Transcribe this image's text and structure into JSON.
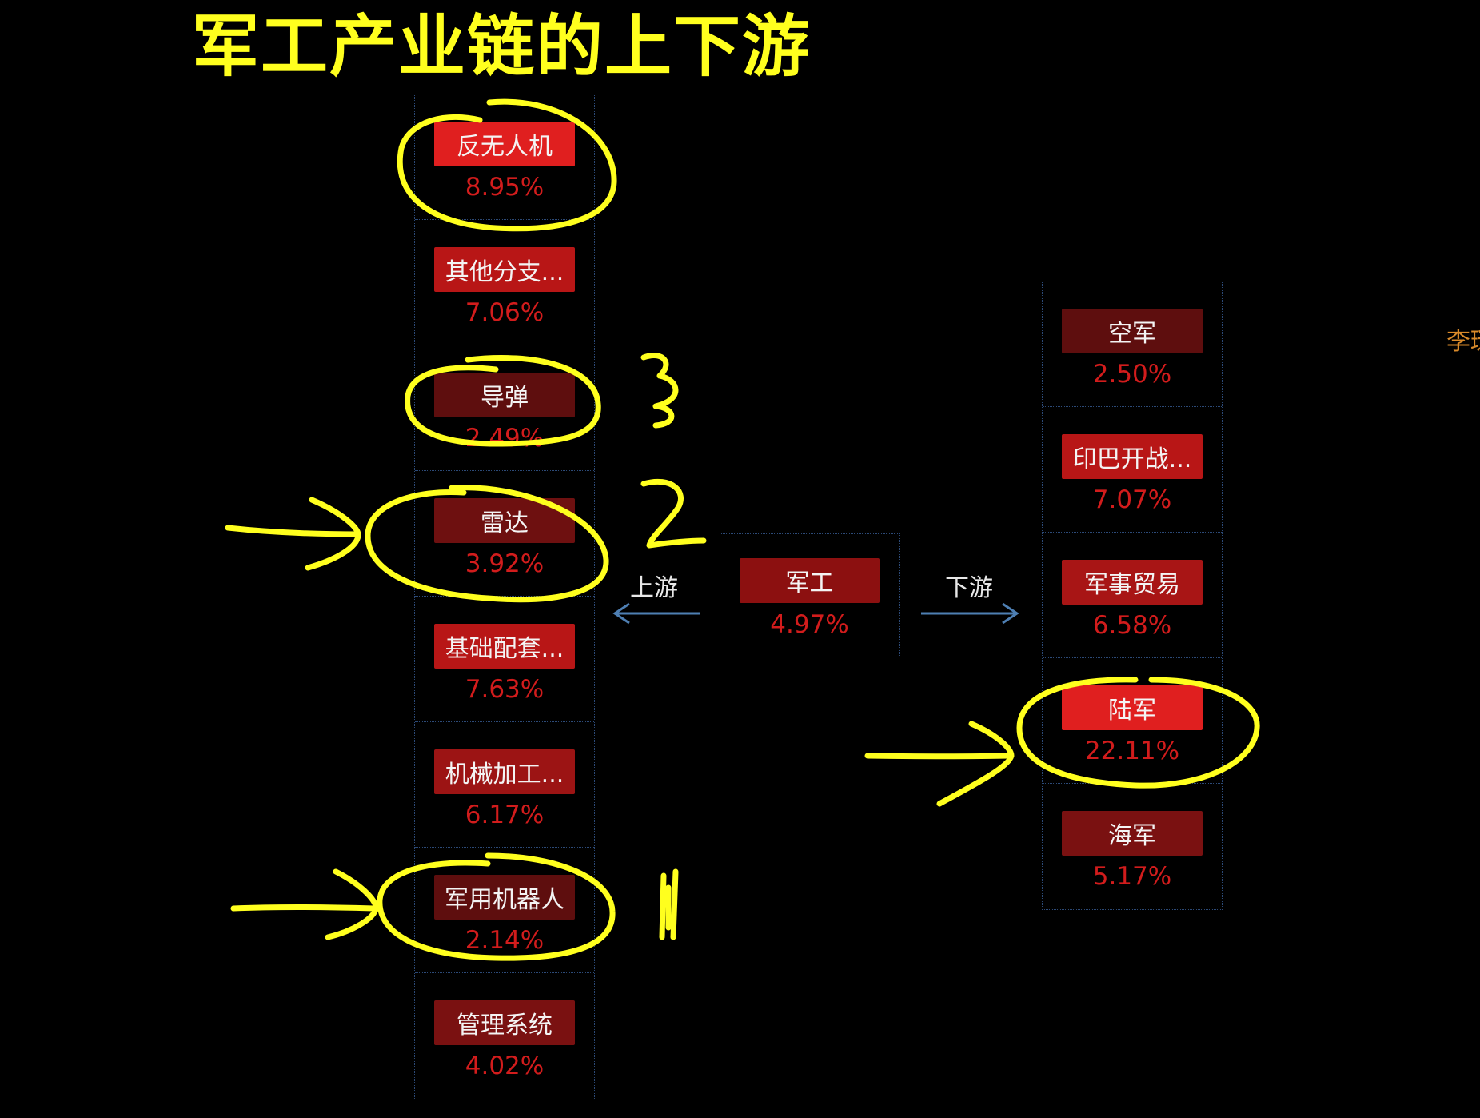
{
  "title": "军工产业链的上下游",
  "center": {
    "label": "军工",
    "value": "4.97%",
    "color": "#8c1010"
  },
  "upstream_label": "上游",
  "downstream_label": "下游",
  "upstream": [
    {
      "label": "反无人机",
      "value": "8.95%",
      "color": "#e01f1f"
    },
    {
      "label": "其他分支...",
      "value": "7.06%",
      "color": "#b81616"
    },
    {
      "label": "导弹",
      "value": "2.49%",
      "color": "#5e0e0e"
    },
    {
      "label": "雷达",
      "value": "3.92%",
      "color": "#6e1010"
    },
    {
      "label": "基础配套...",
      "value": "7.63%",
      "color": "#b81616"
    },
    {
      "label": "机械加工...",
      "value": "6.17%",
      "color": "#9c1414"
    },
    {
      "label": "军用机器人",
      "value": "2.14%",
      "color": "#5e0e0e"
    },
    {
      "label": "管理系统",
      "value": "4.02%",
      "color": "#7a1111"
    }
  ],
  "downstream": [
    {
      "label": "空军",
      "value": "2.50%",
      "color": "#5e0e0e"
    },
    {
      "label": "印巴开战...",
      "value": "7.07%",
      "color": "#b81616"
    },
    {
      "label": "军事贸易",
      "value": "6.58%",
      "color": "#a81515"
    },
    {
      "label": "陆军",
      "value": "22.11%",
      "color": "#e01f1f"
    },
    {
      "label": "海军",
      "value": "5.17%",
      "color": "#7a1111"
    }
  ],
  "side_name": "李琏",
  "annotation_color": "#ffff1e",
  "annotations": {
    "mark_missile": "3",
    "mark_radar": "2",
    "mark_robot": "1"
  }
}
